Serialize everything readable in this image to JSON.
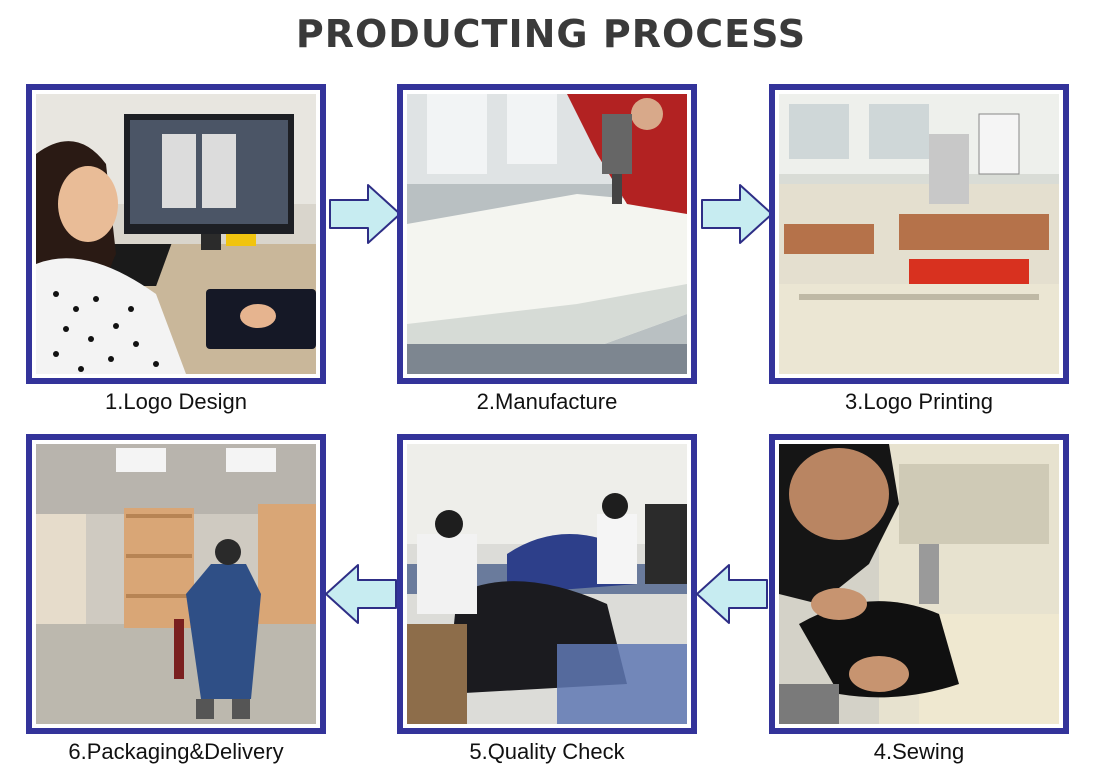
{
  "title": "PRODUCTING PROCESS",
  "steps": [
    {
      "label": "1.Logo Design"
    },
    {
      "label": "2.Manufacture"
    },
    {
      "label": "3.Logo Printing"
    },
    {
      "label": "4.Sewing"
    },
    {
      "label": "5.Quality Check"
    },
    {
      "label": "6.Packaging&Delivery"
    }
  ],
  "colors": {
    "frame": "#33339a",
    "arrow_fill": "#c7ecf1",
    "arrow_stroke": "#2e2e86",
    "title": "#3a3a3a"
  }
}
